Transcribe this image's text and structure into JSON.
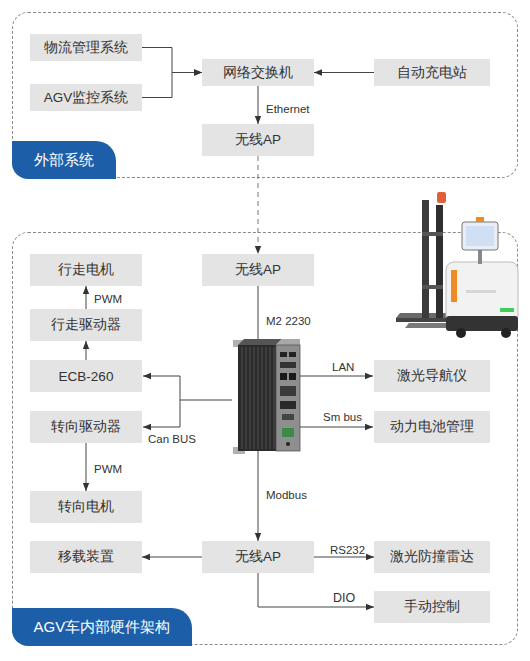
{
  "diagram": {
    "nodes": [
      {
        "text": [
          "外部系统"
        ]
      },
      {
        "text": [
          "物流管理系统"
        ],
        "in": 0
      },
      {
        "text": [
          "AGV监控系统"
        ],
        "in": 0
      },
      {
        "text": [
          "网络交换机"
        ],
        "in": 0
      },
      {
        "text": [
          "自动充电站"
        ],
        "in": 0
      },
      {
        "text": [
          "无线AP"
        ],
        "in": 0
      },
      {
        "text": [
          "AGV车内部硬件架构"
        ]
      },
      {
        "text": [
          "行走电机"
        ],
        "in": 6
      },
      {
        "text": [
          "无线AP"
        ],
        "in": 6
      },
      {
        "text": [
          "行走驱动器"
        ],
        "in": 6
      },
      {
        "text": [
          "ECB-260"
        ],
        "in": 6
      },
      {
        "text": [
          "转向驱动器"
        ],
        "in": 6
      },
      {
        "text": [
          "激光导航仪"
        ],
        "in": 6
      },
      {
        "text": [
          "动力电池管理"
        ],
        "in": 6
      },
      {
        "text": [
          "转向电机"
        ],
        "in": 6
      },
      {
        "text": [
          "移载装置"
        ],
        "in": 6
      },
      {
        "text": [
          "无线AP"
        ],
        "in": 6
      },
      {
        "text": [
          "激光防撞雷达"
        ],
        "in": 6
      },
      {
        "text": [
          "手动控制"
        ],
        "in": 6
      }
    ],
    "edges": [
      {
        "from": 1,
        "to": 3,
        "arrow": "to"
      },
      {
        "from": 2,
        "to": 3,
        "arrow": "to"
      },
      {
        "from": 4,
        "to": 3,
        "arrow": "to"
      },
      {
        "from": 3,
        "to": 5,
        "label": "Ethernet",
        "arrow": "to"
      },
      {
        "from": 5,
        "to": 8,
        "arrow": "to"
      },
      {
        "from": 10,
        "to": 9,
        "arrow": "to"
      },
      {
        "from": 9,
        "to": 7,
        "label": "PWM",
        "arrow": "to"
      },
      {
        "from": 11,
        "to": 14,
        "label": "PWM",
        "arrow": "to"
      },
      {
        "from": 8,
        "to": 16,
        "arrow": "to"
      },
      {
        "from": 16,
        "to": 15,
        "arrow": "to"
      },
      {
        "from": 16,
        "to": 17,
        "label": "RS232",
        "arrow": "to"
      },
      {
        "from": 16,
        "to": 18,
        "label": "DIO",
        "arrow": "to"
      }
    ],
    "labels": [
      "M2 2230",
      "LAN",
      "Sm bus",
      "Can BUS",
      "Modbus"
    ]
  }
}
